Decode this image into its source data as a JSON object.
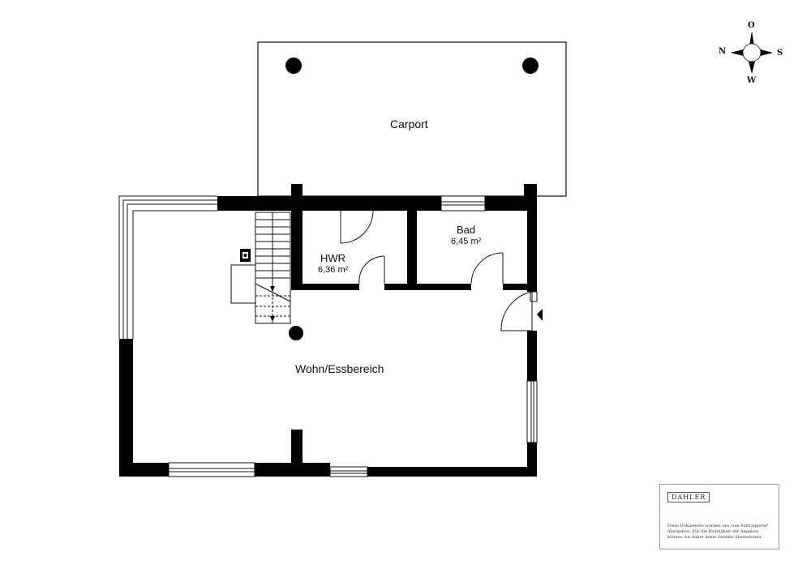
{
  "rooms": {
    "carport": {
      "label": "Carport"
    },
    "hwr": {
      "label": "HWR",
      "area": "6,36 m²"
    },
    "bad": {
      "label": "Bad",
      "area": "6,45 m²"
    },
    "wohn": {
      "label": "Wohn/Essbereich"
    }
  },
  "compass": {
    "north": "N",
    "east": "O",
    "south": "S",
    "west": "W"
  },
  "disclaimer": {
    "logo": "DAHLER",
    "text": "Diese Dokumente wurden uns vom Auftraggeber übergeben. Für die Richtigkeit der Angaben können wir daher keine Gewähr übernehmen."
  },
  "colors": {
    "wall": "#000000",
    "line": "#111111",
    "background": "#ffffff"
  }
}
